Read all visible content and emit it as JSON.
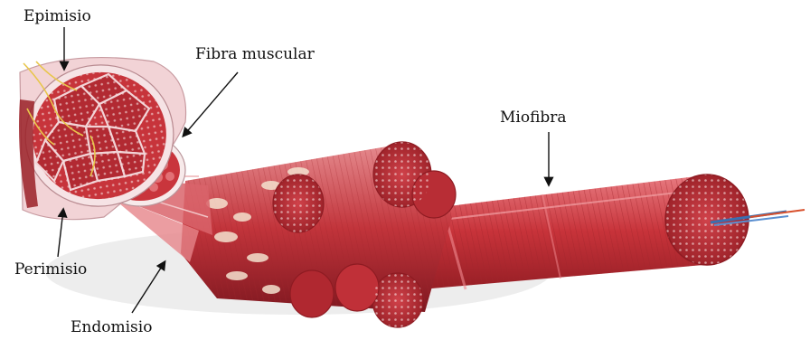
{
  "labels": {
    "epimisio": "Epimisio",
    "fibra_muscular": "Fibra muscular",
    "miofibra": "Miofibra",
    "perimisio": "Perimisio",
    "endomisio": "Endomisio"
  },
  "colors": {
    "muscle_red": "#c8333a",
    "muscle_dark": "#8e1b22",
    "muscle_light": "#e0656a",
    "sheath_pink": "#f2d3d6",
    "fascia_cream": "#f4e2cf",
    "nerve_yellow": "#e8c64a",
    "arrow": "#111111",
    "text": "#111111"
  }
}
